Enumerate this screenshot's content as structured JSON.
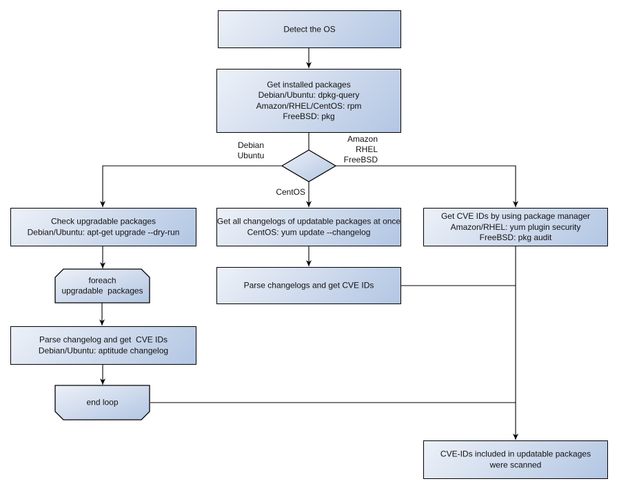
{
  "colors": {
    "background": "#ffffff",
    "node_gradient_light": "#edf1f8",
    "node_gradient_dark": "#b2c6e3",
    "node_border": "#000000",
    "connector": "#000000",
    "text": "#111111"
  },
  "nodes": {
    "detect_os": "Detect the OS",
    "get_installed_packages": "Get installed packages\nDebian/Ubuntu: dpkg-query\nAmazon/RHEL/CentOS: rpm\nFreeBSD: pkg",
    "check_upgradable": "Check upgradable packages\nDebian/Ubuntu: apt-get upgrade --dry-run",
    "foreach_loop": "foreach\nupgradable  packages",
    "parse_changelog_left": "Parse changelog and get  CVE IDs\nDebian/Ubuntu: aptitude changelog",
    "end_loop": "end loop",
    "get_all_changelogs": "Get all changelogs of updatable packages at once\nCentOS: yum update --changelog",
    "parse_changelogs_mid": "Parse changelogs and get CVE IDs",
    "get_cve_ids_right": "Get CVE IDs by using package manager\nAmazon/RHEL: yum plugin security\nFreeBSD: pkg audit",
    "scanned_result": "CVE-IDs included in updatable packages\nwere scanned"
  },
  "edge_labels": {
    "debian_ubuntu": "Debian\nUbuntu",
    "amazon_rhel_freebsd": "Amazon\nRHEL\nFreeBSD",
    "centos": "CentOS"
  }
}
